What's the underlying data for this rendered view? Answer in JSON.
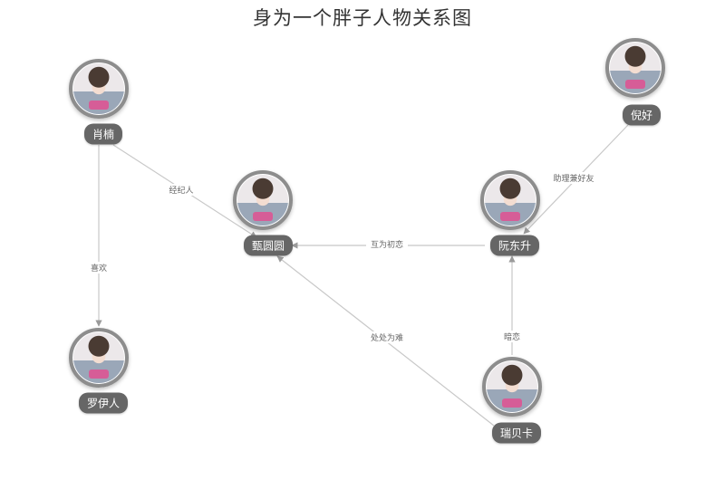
{
  "title": "身为一个胖子人物关系图",
  "colors": {
    "edge": "#c8c8c8",
    "label_bg": "#666666",
    "avatar_border": "#8d8d8d"
  },
  "nodes": [
    {
      "id": "xiaonan",
      "name": "肖楠",
      "icon": "portrait-icon"
    },
    {
      "id": "zhenyuanyuan",
      "name": "甄圆圆",
      "icon": "portrait-icon"
    },
    {
      "id": "ruandongsheng",
      "name": "阮东升",
      "icon": "portrait-icon"
    },
    {
      "id": "nihao",
      "name": "倪好",
      "icon": "portrait-icon"
    },
    {
      "id": "luoyiren",
      "name": "罗伊人",
      "icon": "portrait-icon"
    },
    {
      "id": "ruibeika",
      "name": "瑞贝卡",
      "icon": "portrait-icon"
    }
  ],
  "edges": [
    {
      "from": "xiaonan",
      "to": "zhenyuanyuan",
      "label": "经纪人"
    },
    {
      "from": "xiaonan",
      "to": "luoyiren",
      "label": "喜欢"
    },
    {
      "from": "ruandongsheng",
      "to": "zhenyuanyuan",
      "label": "互为初恋"
    },
    {
      "from": "nihao",
      "to": "ruandongsheng",
      "label": "助理兼好友"
    },
    {
      "from": "ruibeika",
      "to": "ruandongsheng",
      "label": "暗恋"
    },
    {
      "from": "ruibeika",
      "to": "zhenyuanyuan",
      "label": "处处为难"
    }
  ]
}
